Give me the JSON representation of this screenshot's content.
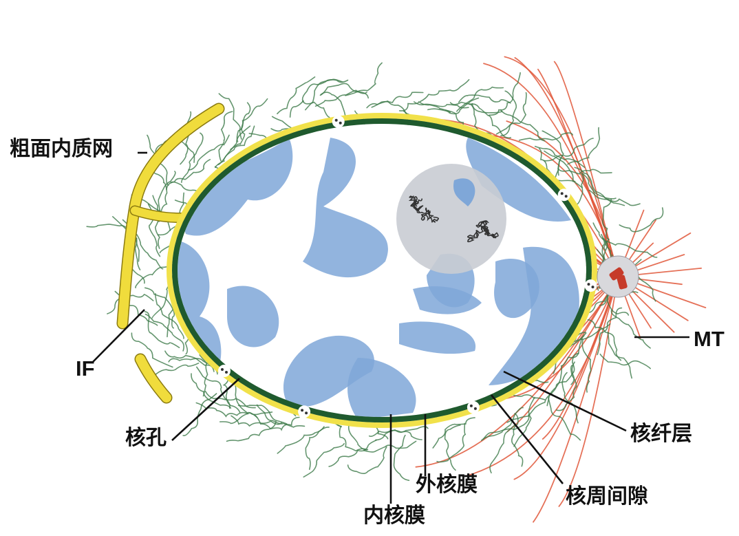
{
  "corner_glyph": "",
  "labels": {
    "rough_er": "粗面内质网",
    "intermediate_filament": "IF",
    "microtubule": "MT",
    "nuclear_pore": "核孔",
    "nuclear_lamina": "核纤层",
    "outer_membrane": "外核膜",
    "perinuclear_space": "核周间隙",
    "inner_membrane": "内核膜"
  },
  "colors": {
    "outer_membrane": "#f1e14a",
    "membrane_edge": "#8a7a10",
    "lamina": "#1f5a2e",
    "chromatin": "#7fa7d8",
    "nucleolus": "#c9ccd3",
    "microtubule": "#e0573a",
    "intermediate_filament": "#3d7a4a",
    "rough_er": "#f0dc3c",
    "centrosome": "#c63b2a",
    "corner_glyph": "#2b2fd6"
  }
}
